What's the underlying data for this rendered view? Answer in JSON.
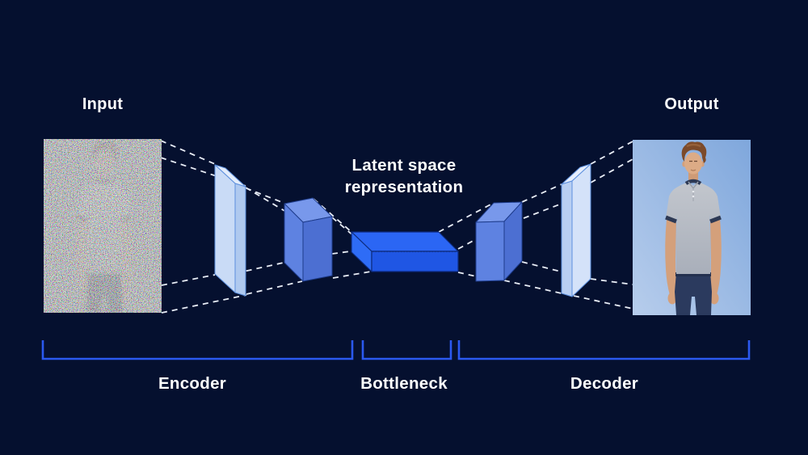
{
  "diagram": {
    "type": "autoencoder-architecture",
    "labels": {
      "input": "Input",
      "output": "Output",
      "latent_line1": "Latent space",
      "latent_line2": "representation"
    },
    "stages": [
      {
        "label": "Encoder"
      },
      {
        "label": "Bottleneck"
      },
      {
        "label": "Decoder"
      }
    ],
    "images": {
      "input_description": "noisy corrupted photo of a man",
      "output_description": "clean photo of a man in a grey polo shirt and dark jeans"
    },
    "colors": {
      "background": "#05102F",
      "bracket_blue": "#2B59F0",
      "bottleneck_top": "#2B66F4",
      "bottleneck_front": "#1F56E4",
      "mid_block_blue": "#5E82E1",
      "light_block_blue": "#C9DBF6",
      "dashed_line": "#E8EDF6",
      "text": "#FFFFFF"
    }
  }
}
